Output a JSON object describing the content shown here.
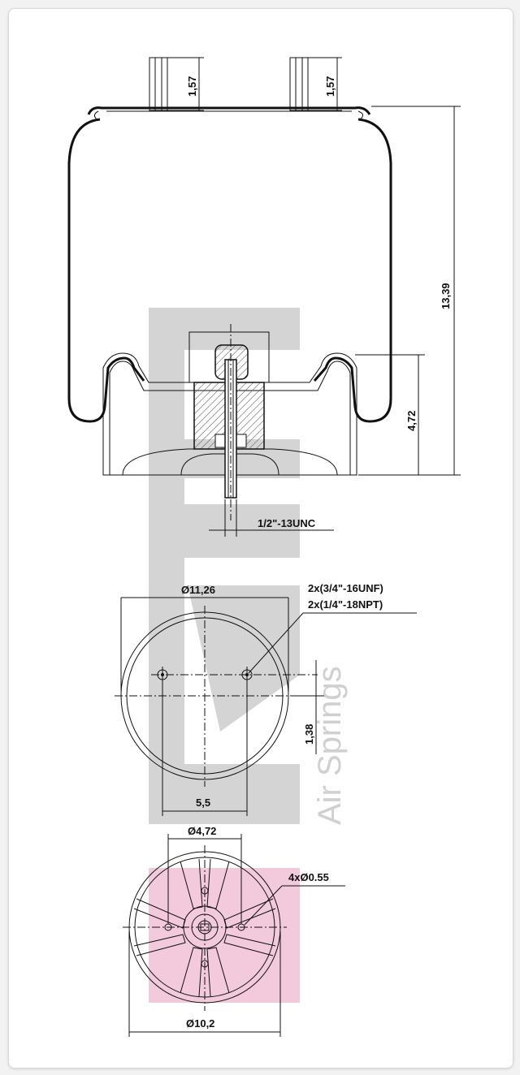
{
  "dimensions": {
    "pin_height_left": "1,57",
    "pin_height_right": "1,57",
    "overall_height": "13,39",
    "piston_height": "4,72",
    "stud_thread": "1/2\"-13UNC",
    "top_plate_diameter": "Ø11,26",
    "fitting_1": "2x(3/4\"-16UNF)",
    "fitting_2": "2x(1/4\"-18NPT)",
    "hole_offset": "1,38",
    "hole_spacing": "5,5",
    "bottom_bolt_circle": "Ø4,72",
    "bottom_holes": "4xØ0.55",
    "bottom_diameter": "Ø10,2"
  },
  "watermark": {
    "subtitle": "Air Springs"
  },
  "colors": {
    "line": "#111111",
    "watermark_gray": "#d0d0d0",
    "watermark_pink": "#f3c9dc"
  }
}
